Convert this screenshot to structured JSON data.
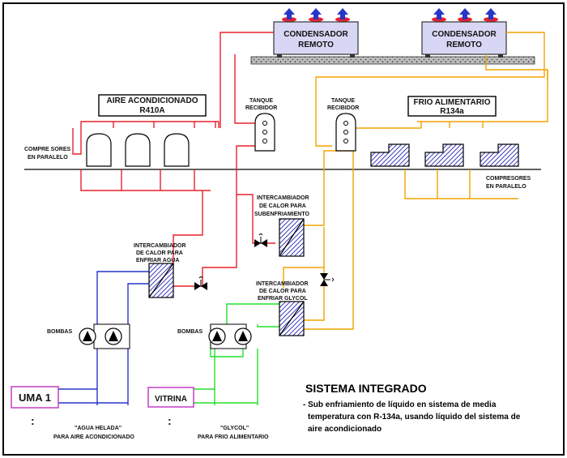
{
  "diagram": {
    "condensers": [
      {
        "label_line1": "CONDENSADOR",
        "label_line2": "REMOTO"
      },
      {
        "label_line1": "CONDENSADOR",
        "label_line2": "REMOTO"
      }
    ],
    "ac_system": {
      "line1": "AIRE ACONDICIONADO",
      "line2": "R410A"
    },
    "food_system": {
      "line1": "FRIO ALIMENTARIO",
      "line2": "R134a"
    },
    "tank_left": {
      "line1": "TANQUE",
      "line2": "RECIBIDOR"
    },
    "tank_right": {
      "line1": "TANQUE",
      "line2": "RECIBIDOR"
    },
    "compressors_left": {
      "line1": "COMPRE SORES",
      "line2": "EN PARALELO"
    },
    "compressors_right": {
      "line1": "COMPRESORES",
      "line2": "EN PARALELO"
    },
    "hx_subcooling": {
      "line1": "INTERCAMBIADOR",
      "line2": "DE CALOR PARA",
      "line3": "SUBENFRIAMIENTO"
    },
    "hx_water": {
      "line1": "INTERCAMBIADOR",
      "line2": "DE CALOR PARA",
      "line3": "ENFRIAR AGUA"
    },
    "hx_glycol": {
      "line1": "INTERCAMBIADOR",
      "line2": "DE CALOR PARA",
      "line3": "ENFRIAR GLYCOL"
    },
    "pumps_left": "BOMBAS",
    "pumps_right": "BOMBAS",
    "uma": "UMA 1",
    "vitrina": "VITRINA",
    "chilled_water": {
      "line1": "\"AGUA HELADA\"",
      "line2": "PARA AIRE ACONDICIONADO"
    },
    "glycol": {
      "line1": "\"GLYCOL\"",
      "line2": "PARA FRIO ALIMENTARIO"
    },
    "dots": ":"
  },
  "note": {
    "title": "SISTEMA INTEGRADO",
    "line1": "- Sub enfriamiento de líquido en sistema de media",
    "line2": "temperatura con R-134a, usando líquido del sistema de",
    "line3": "aire acondicionado"
  },
  "colors": {
    "r410a": "#e8212c",
    "r134a": "#f0a400",
    "water": "#2636c8",
    "glycol": "#22e02a",
    "condenser_fill": "#d7d7f5",
    "hx_fill": "#5b5bd6"
  }
}
